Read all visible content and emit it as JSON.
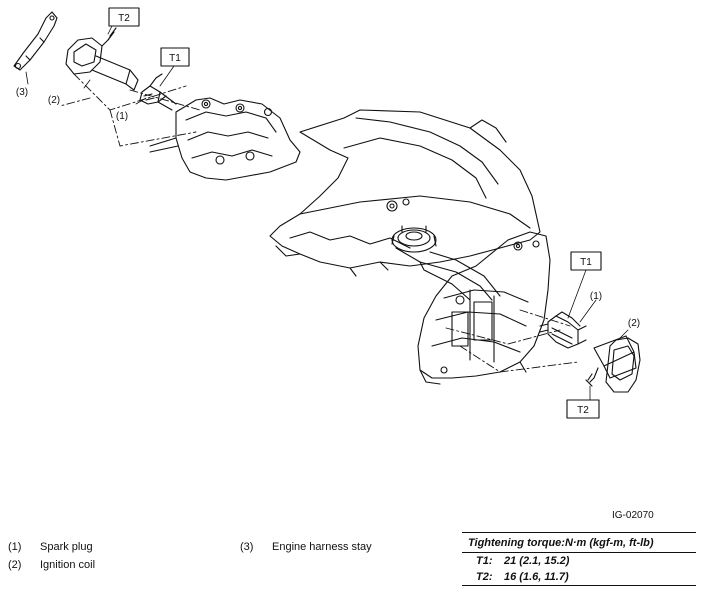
{
  "callouts": {
    "t2_top": "T2",
    "t1_top": "T1",
    "t1_right": "T1",
    "t2_right": "T2",
    "n3_top": "(3)",
    "n2_top": "(2)",
    "n1_top": "(1)",
    "n1_right": "(1)",
    "n2_right": "(2)"
  },
  "figure_id": "IG-02070",
  "legend": [
    {
      "num": "(1)",
      "label": "Spark plug"
    },
    {
      "num": "(2)",
      "label": "Ignition coil"
    },
    {
      "num": "(3)",
      "label": "Engine harness stay"
    }
  ],
  "torque": {
    "title": "Tightening torque:N·m (kgf-m, ft-lb)",
    "rows": [
      {
        "code": "T1:",
        "value": "21 (2.1, 15.2)"
      },
      {
        "code": "T2:",
        "value": "16 (1.6, 11.7)"
      }
    ]
  }
}
